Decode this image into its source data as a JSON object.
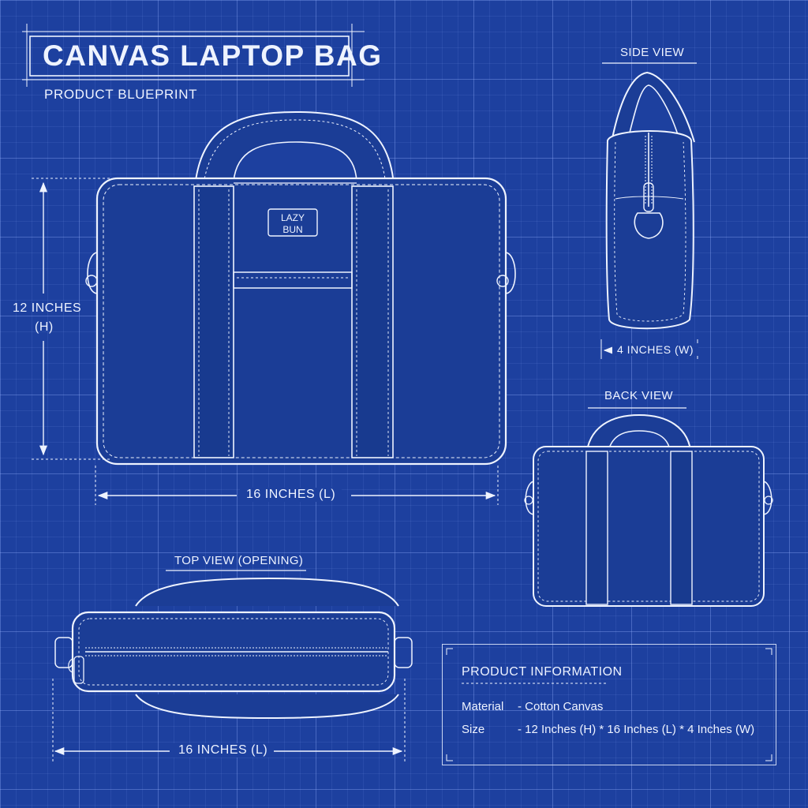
{
  "blueprint": {
    "title": "CANVAS LAPTOP BAG",
    "subtitle": "PRODUCT BLUEPRINT",
    "views": {
      "side": "SIDE VIEW",
      "back": "BACK VIEW",
      "top": "TOP VIEW (OPENING)"
    },
    "logo_text": [
      "LAZY",
      "BUN"
    ],
    "dimensions": {
      "height_line1": "12 INCHES",
      "height_line2": "(H)",
      "length_front": "16 INCHES (L)",
      "width_side": "4 INCHES (W)",
      "length_top": "16 INCHES (L)"
    },
    "product_info": {
      "heading": "PRODUCT INFORMATION",
      "rows": [
        {
          "label": "Material",
          "value": "-  Cotton Canvas"
        },
        {
          "label": "Size",
          "value": "-  12 Inches (H) * 16 Inches (L) * 4 Inches (W)"
        }
      ]
    }
  },
  "colors": {
    "background": "#1d409f",
    "line": "#eef3ff",
    "bag_fill": "#1b3d96"
  }
}
